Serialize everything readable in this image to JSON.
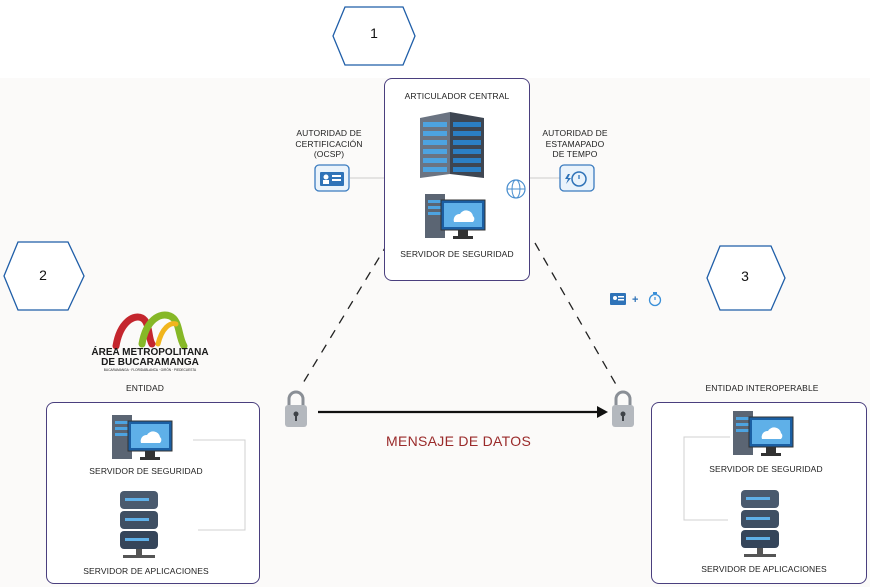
{
  "numbers": {
    "one": "1",
    "two": "2",
    "three": "3"
  },
  "central": {
    "title": "ARTICULADOR CENTRAL",
    "security_server": "SERVIDOR DE SEGURIDAD"
  },
  "ocsp": {
    "line1": "AUTORIDAD DE",
    "line2": "CERTIFICACIÓN",
    "line3": "(OCSP)"
  },
  "tsa": {
    "line1": "AUTORIDAD DE",
    "line2": "ESTAMAPADO",
    "line3": "DE TEMPO"
  },
  "left": {
    "logo_line1": "ÁREA METROPOLITANA",
    "logo_line2": "DE BUCARAMANGA",
    "logo_line3": "BUCARAMANGA · FLORIDABLANCA · GIRÓN · PIEDECUESTA",
    "entity": "ENTIDAD",
    "security_server": "SERVIDOR DE SEGURIDAD",
    "app_server": "SERVIDOR DE APLICACIONES"
  },
  "right": {
    "entity": "ENTIDAD INTEROPERABLE",
    "security_server": "SERVIDOR DE SEGURIDAD",
    "app_server": "SERVIDOR DE APLICACIONES"
  },
  "message": "MENSAJE DE DATOS",
  "colors": {
    "border": "#4a3f7e",
    "message": "#9a2a2a",
    "hex": "#1f5ea8",
    "accent": "#3a7bbf"
  }
}
